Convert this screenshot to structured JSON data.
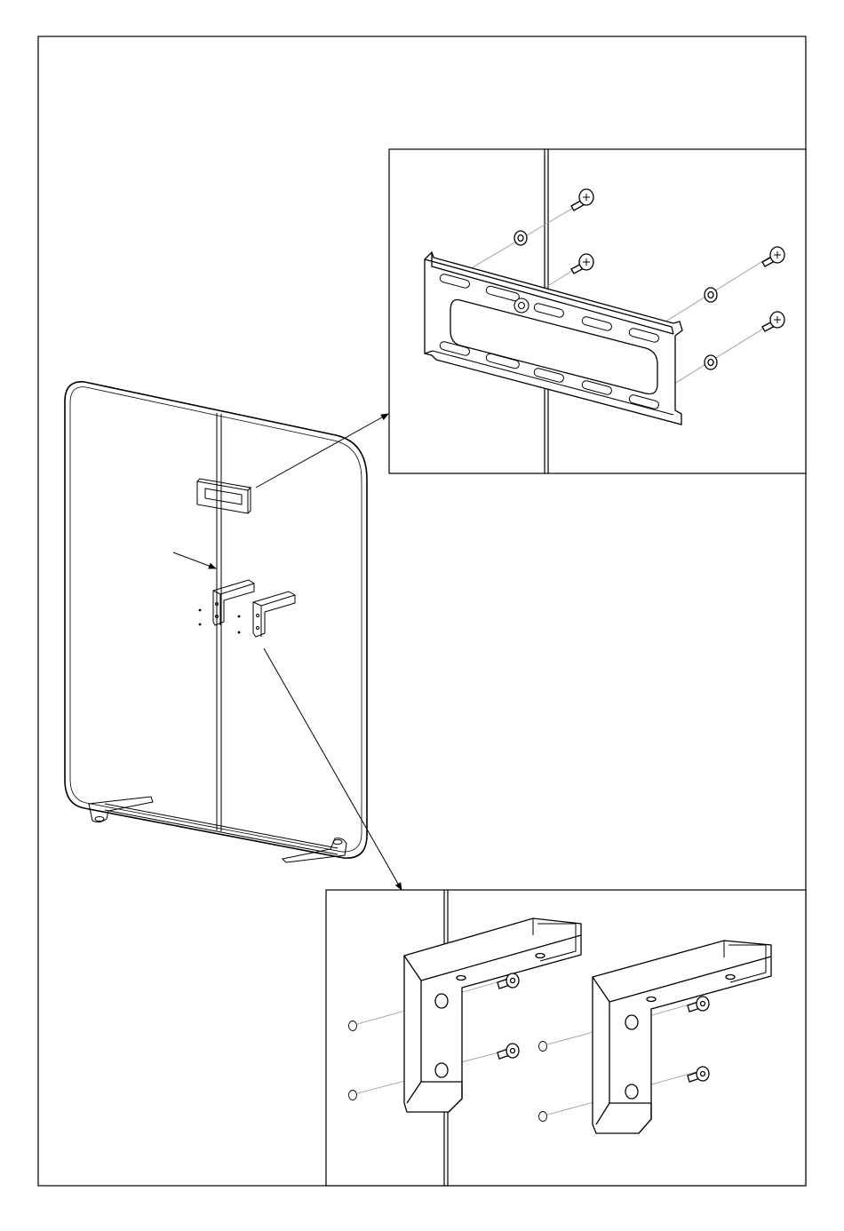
{
  "document": {
    "type": "assembly-instruction-page",
    "text_labels": []
  },
  "colors": {
    "line": "#000000",
    "background": "#ffffff",
    "leader_line": "#9a9a9a"
  },
  "overview": {
    "subject": "freestanding-panel-with-mounting-brackets",
    "parts": [
      "panel",
      "center-seam",
      "wall-bracket",
      "l-bracket-left",
      "l-bracket-right",
      "foot-left",
      "foot-right"
    ]
  },
  "detail_top": {
    "shows": "wall-bracket-attachment",
    "screw_count": 4,
    "washer_count": 4
  },
  "detail_bottom": {
    "shows": "l-bracket-attachment",
    "bracket_count": 2,
    "screws_per_bracket": 2
  },
  "callouts": [
    {
      "from": "wall-bracket",
      "to": "detail-top"
    },
    {
      "from": "l-brackets",
      "to": "detail-bottom"
    },
    {
      "from": "pointer",
      "to": "l-bracket-left"
    }
  ]
}
